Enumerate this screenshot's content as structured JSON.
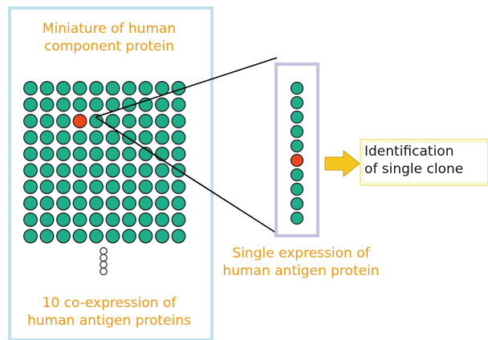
{
  "left_panel": {
    "title_line1": "Miniature of human",
    "title_line2": "component protein",
    "footer_line1": "10 co-expression of",
    "footer_line2": "human antigen proteins",
    "grid": {
      "rows": 10,
      "cols": 10,
      "highlight_row": 3,
      "highlight_col": 4
    },
    "overflow_dots": 4
  },
  "strip": {
    "count": 10,
    "highlight_index": 6
  },
  "single_expression": {
    "line1": "Single expression of",
    "line2": "human antigen protein"
  },
  "result": {
    "line1": "Identification",
    "line2": "of single clone"
  },
  "colors": {
    "dot_fill": "#1fae8a",
    "highlight": "#f0461e",
    "left_frame": "#bfe3ee",
    "strip_frame": "#c4c2e0",
    "orange_text": "#f2960f",
    "arrow_fill": "#f7c61c",
    "result_frame": "#f3ec97"
  }
}
